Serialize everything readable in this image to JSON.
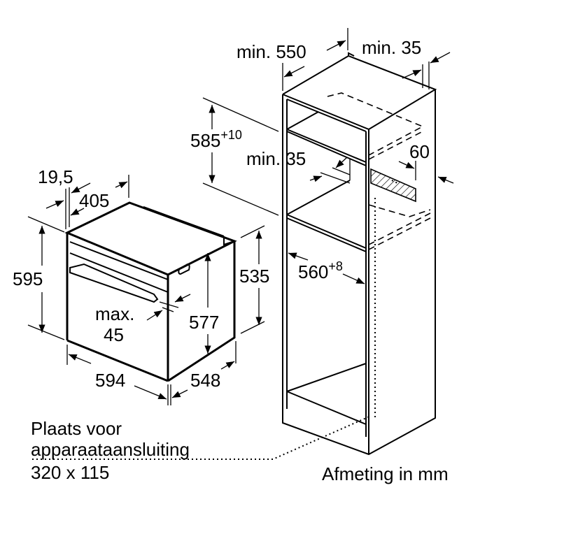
{
  "labels": {
    "min_550": "min. 550",
    "min_35_top": "min. 35",
    "dim_585": "585",
    "dim_585_tol": "+10",
    "min_35_mid": "min. 35",
    "dim_60": "60",
    "dim_19_5": "19,5",
    "dim_405": "405",
    "dim_595": "595",
    "dim_535": "535",
    "dim_560": "560",
    "dim_560_tol": "+8",
    "max": "max.",
    "max_45": "45",
    "dim_577": "577",
    "dim_594": "594",
    "dim_548": "548",
    "note_line1": "Plaats voor",
    "note_line2": "apparaataansluiting",
    "note_line3": "320 x 115",
    "unit_note": "Afmeting in mm"
  }
}
